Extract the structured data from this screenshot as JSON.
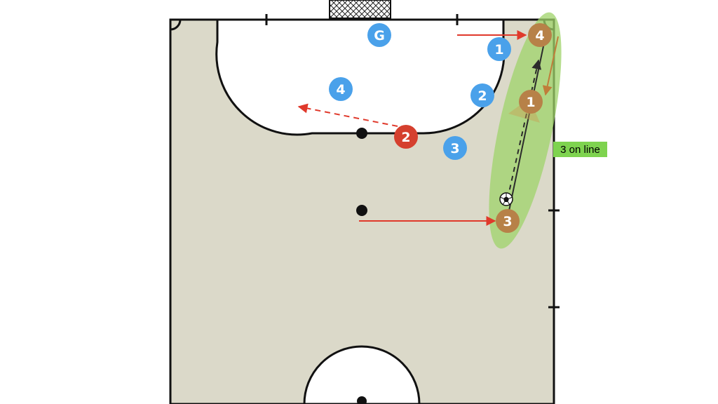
{
  "colors": {
    "court_surface": "#dbd9c9",
    "line": "#111111",
    "team_blue": "#4aa1ea",
    "team_orange": "#b78148",
    "team_red": "#d5402e",
    "arrow_red": "#e0392b",
    "arrow_orange": "#c07d3a",
    "highlight_green": "#9fd36a",
    "callout_bg": "#7ed34f"
  },
  "players": {
    "blue": [
      {
        "id": "G",
        "label": "G"
      },
      {
        "id": "1",
        "label": "1"
      },
      {
        "id": "2",
        "label": "2"
      },
      {
        "id": "3",
        "label": "3"
      },
      {
        "id": "4",
        "label": "4"
      }
    ],
    "orange": [
      {
        "id": "4",
        "label": "4"
      },
      {
        "id": "1",
        "label": "1"
      },
      {
        "id": "3",
        "label": "3"
      }
    ],
    "red": [
      {
        "id": "2",
        "label": "2"
      }
    ]
  },
  "callout": {
    "text": "3 on line"
  },
  "icons": {
    "ball": "soccer-ball-icon",
    "goal": "goal-net-icon"
  }
}
